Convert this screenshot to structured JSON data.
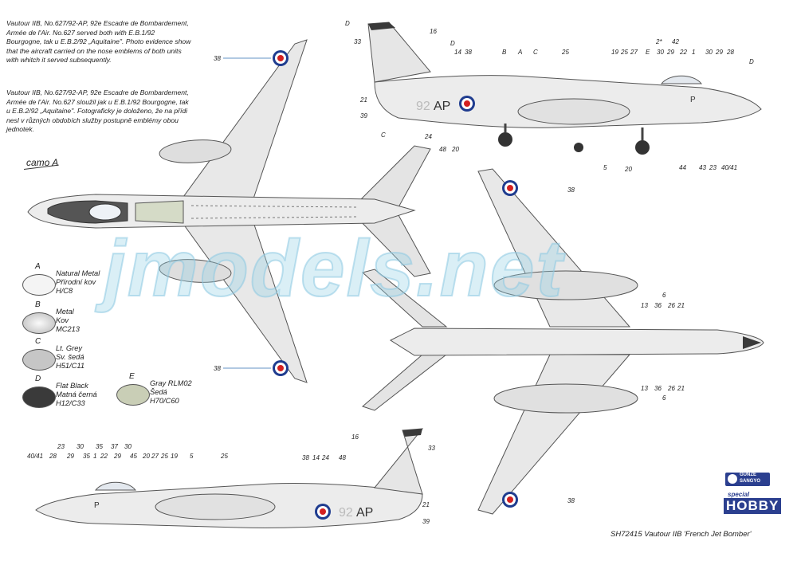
{
  "description_en": "Vautour IIB, No.627/92-AP, 92e Escadre de Bombardement, Armée de l'Air. No.627 served both with E.B.1/92 Bourgogne, tak u E.B.2/92 „Aquitaine\". Photo evidence show that the aircraft carried on the nose emblems of both units with whitch it served subsequently.",
  "description_cz": "Vautour IIB, No.627/92-AP, 92e Escadre de Bombardement, Armée de l'Air. No.627 sloužil jak u E.B.1/92 Bourgogne, tak u E.B.2/92 „Aquitaine\". Fotograficky je doloženo, že na přídi nesl v různých obdobích služby postupně emblémy obou jednotek.",
  "camo_label": "camo A",
  "swatches": [
    {
      "letter": "A",
      "text": "Natural Metal\nPřírodní kov\nH/C8",
      "color": "#f4f4f4"
    },
    {
      "letter": "B",
      "text": "Metal\nKov\nMC213",
      "color": "#d8d8d8"
    },
    {
      "letter": "C",
      "text": "Lt. Grey\nSv. šedá\nH51/C11",
      "color": "#c6c6c6"
    },
    {
      "letter": "D",
      "text": "Flat Black\nMatná černá\nH12/C33",
      "color": "#3a3a3a"
    },
    {
      "letter": "E",
      "text": "Gray RLM02\nŠedá\nH70/C60",
      "color": "#c9ceb6"
    }
  ],
  "watermark": "jmodels.net",
  "kit_title": "SH72415 Vautour IIB 'French Jet Bomber'",
  "brand": {
    "gunze": "GUNZE SANGYO",
    "special": "special",
    "hobby": "HOBBY"
  },
  "codes": {
    "unit": "92",
    "letters": "AP",
    "small": "P"
  },
  "callouts_top_right": [
    "D",
    "16",
    "33",
    "D",
    "14",
    "38",
    "B",
    "A",
    "C",
    "25",
    "19",
    "25",
    "27",
    "E",
    "2*",
    "30",
    "42",
    "29",
    "22",
    "1",
    "30",
    "29",
    "28",
    "D",
    "21",
    "39",
    "C",
    "24",
    "48",
    "20",
    "5",
    "20",
    "44",
    "43",
    "23",
    "40/41"
  ],
  "callouts_left": [
    "38",
    "38"
  ],
  "callouts_bottom_right": [
    "38",
    "13",
    "36",
    "6",
    "26",
    "21",
    "13",
    "36",
    "26",
    "21",
    "6",
    "38"
  ],
  "callouts_bottom_left": [
    "40/41",
    "28",
    "23",
    "29",
    "30",
    "35",
    "1",
    "35",
    "22",
    "37",
    "29",
    "30",
    "45",
    "20",
    "27",
    "25",
    "19",
    "5",
    "25",
    "16",
    "33",
    "38",
    "14",
    "24",
    "48",
    "21",
    "39"
  ],
  "colors": {
    "roundel_red": "#d42020",
    "roundel_blue": "#1f3c8f",
    "label_blue": "#2f6fb0",
    "aircraft": "#e8e8e8",
    "outline": "#555555"
  }
}
